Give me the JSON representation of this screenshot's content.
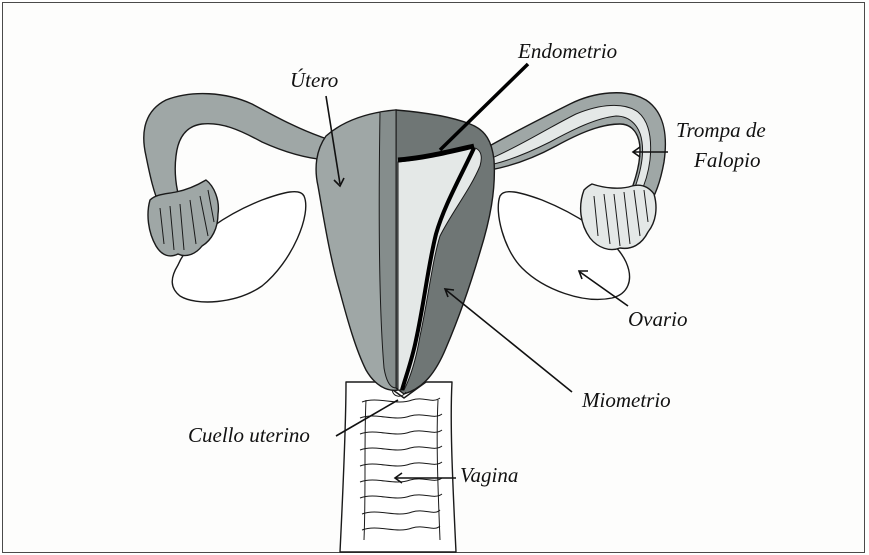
{
  "labels": {
    "utero": "Útero",
    "endometrio": "Endometrio",
    "trompa_line1": "Trompa de",
    "trompa_line2": "Falopio",
    "ovario": "Ovario",
    "miometrio": "Miometrio",
    "cuello": "Cuello uterino",
    "vagina": "Vagina"
  },
  "colors": {
    "uterus_fill": "#9fa7a6",
    "myometrium_fill": "#6f7675",
    "cavity_fill": "#e4e8e7",
    "ovary_fill": "#ffffff",
    "line": "#1a1a1a"
  }
}
